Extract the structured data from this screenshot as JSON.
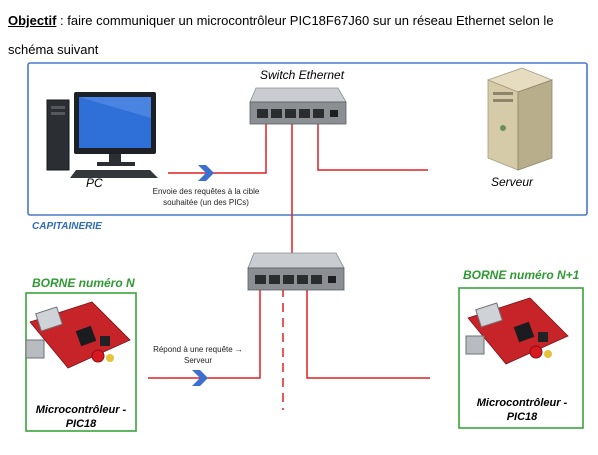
{
  "objective": {
    "keyword": "Objectif",
    "text": " : faire communiquer un microcontrôleur PIC18F67J60 sur un réseau Ethernet selon le schéma suivant"
  },
  "diagram": {
    "switch_label": "Switch Ethernet",
    "pc_label": "PC",
    "server_label": "Serveur",
    "request_caption": "Envoie des requêtes à la cible souhaitée (un des PICs)",
    "zone_label": "CAPITAINERIE",
    "borne_n_label": "BORNE numéro N",
    "borne_n1_label": "BORNE numéro N+1",
    "reply_caption": "Répond à une requête → Serveur",
    "mcu_label_left": "Microcontrôleur - PIC18",
    "mcu_label_right": "Microcontrôleur - PIC18",
    "colors": {
      "capitainerie_border": "#4a78c8",
      "borne_border": "#3aa43a",
      "cable": "#e02020",
      "arrow": "#3b6fd0",
      "board": "#c7242a"
    }
  }
}
